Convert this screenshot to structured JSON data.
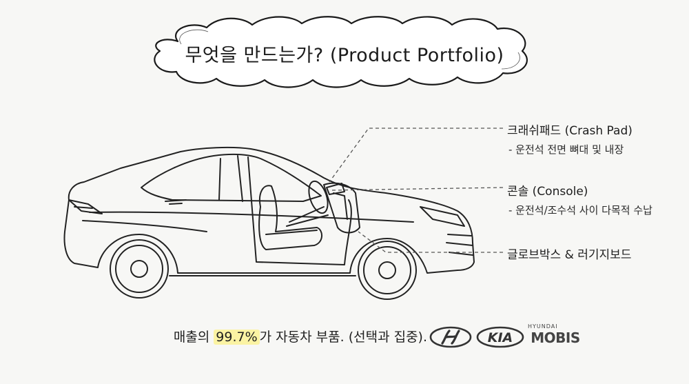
{
  "title": "무엇을 만드는가? (Product Portfolio)",
  "callouts": [
    {
      "label": "크래쉬패드 (Crash Pad)",
      "detail": "- 운전석 전면 뼈대 및 내장"
    },
    {
      "label": "콘솔 (Console)",
      "detail": "- 운전석/조수석 사이 다목적 수납"
    },
    {
      "label": "글로브박스 & 러기지보드"
    }
  ],
  "footer": {
    "prefix": "매출의 ",
    "highlight": "99.7%",
    "suffix": "가 자동차 부품. (선택과 집중)."
  },
  "logos": {
    "kia": "KIA",
    "mobis_top": "HYUNDAI",
    "mobis_bottom": "MOBIS"
  },
  "colors": {
    "highlight": "#fbf3a3",
    "ink": "#1f1f1f"
  }
}
